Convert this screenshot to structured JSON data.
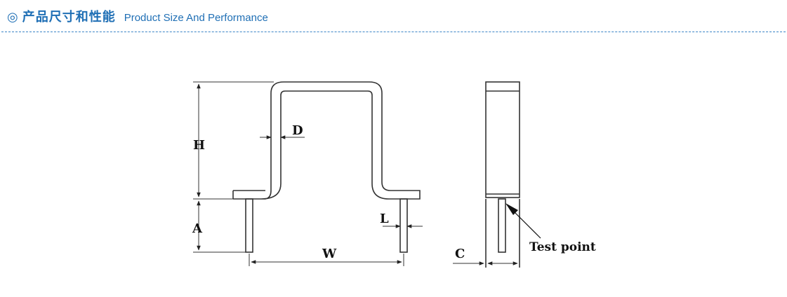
{
  "header": {
    "icon_symbol": "◎",
    "title_cn": "产品尺寸和性能",
    "title_en": "Product Size And Performance",
    "accent_color": "#1f6fb5"
  },
  "diagram": {
    "labels": {
      "H": "H",
      "D": "D",
      "A": "A",
      "L": "L",
      "W": "W",
      "C": "C",
      "test_point": "Test point"
    }
  }
}
